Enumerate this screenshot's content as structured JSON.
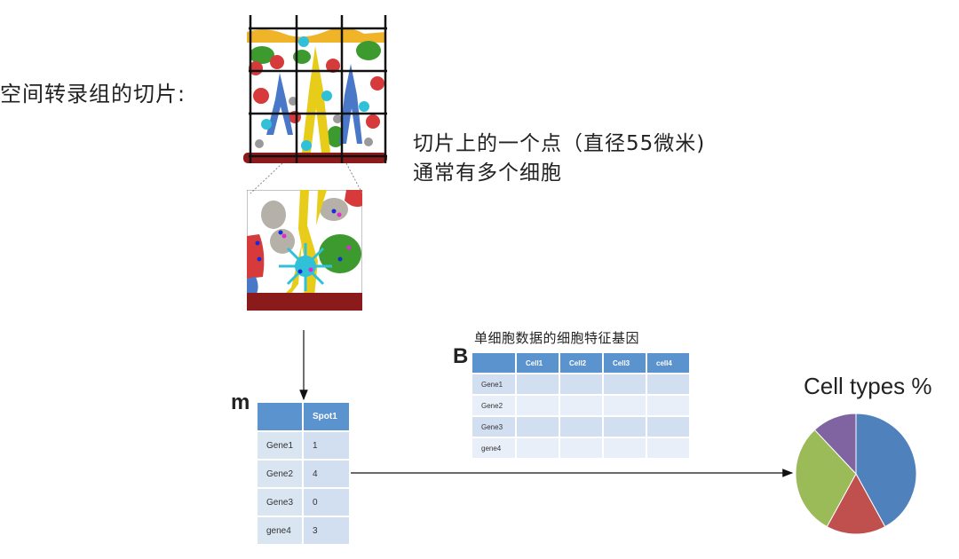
{
  "section_label": "空间转录组的切片:",
  "spot_note": {
    "line1": "切片上的一个点（直径55微米)",
    "line2": "通常有多个细胞"
  },
  "label_m": "m",
  "label_b": "B",
  "spot_table": {
    "header": [
      "",
      "Spot1"
    ],
    "rows": [
      [
        "Gene1",
        "1"
      ],
      [
        "Gene2",
        "4"
      ],
      [
        "Gene3",
        "0"
      ],
      [
        "gene4",
        "3"
      ]
    ]
  },
  "ref_table": {
    "caption": "单细胞数据的细胞特征基因",
    "header": [
      "",
      "Cell1",
      "Cell2",
      "Cell3",
      "cell4"
    ],
    "rows": [
      "Gene1",
      "Gene2",
      "Gene3",
      "gene4"
    ]
  },
  "pie": {
    "title": "Cell types %",
    "slices": [
      {
        "value": 0.42,
        "color": "#4f81bd"
      },
      {
        "value": 0.16,
        "color": "#c0504d"
      },
      {
        "value": 0.3,
        "color": "#9bbb59"
      },
      {
        "value": 0.12,
        "color": "#8064a2"
      }
    ]
  }
}
